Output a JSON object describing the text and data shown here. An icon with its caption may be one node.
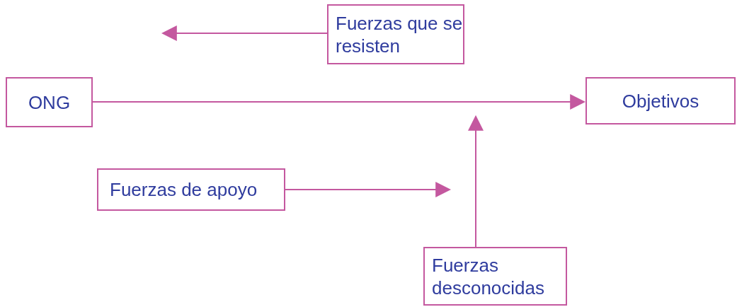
{
  "diagram": {
    "nodes": [
      {
        "text": [
          "ONG"
        ]
      },
      {
        "text": [
          "Objetivos"
        ]
      },
      {
        "text": [
          "Fuerzas que se resisten"
        ]
      },
      {
        "text": [
          "Fuerzas de apoyo"
        ]
      },
      {
        "text": [
          "Fuerzas desconocidas"
        ]
      }
    ],
    "edges": [
      {
        "from": 0,
        "to": 1,
        "arrow": "to"
      },
      {
        "from": 2,
        "to": null,
        "arrow": "to"
      },
      {
        "from": 3,
        "to": null,
        "arrow": "to"
      },
      {
        "from": 4,
        "to": null,
        "arrow": "to"
      }
    ]
  }
}
